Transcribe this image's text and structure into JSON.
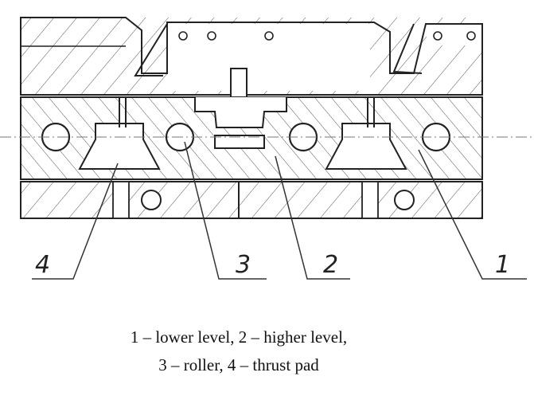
{
  "callouts": [
    "4",
    "3",
    "2",
    "1"
  ],
  "caption": {
    "line1": "1 – lower level, 2 – higher level,",
    "line2": "3 – roller, 4 – thrust pad"
  }
}
